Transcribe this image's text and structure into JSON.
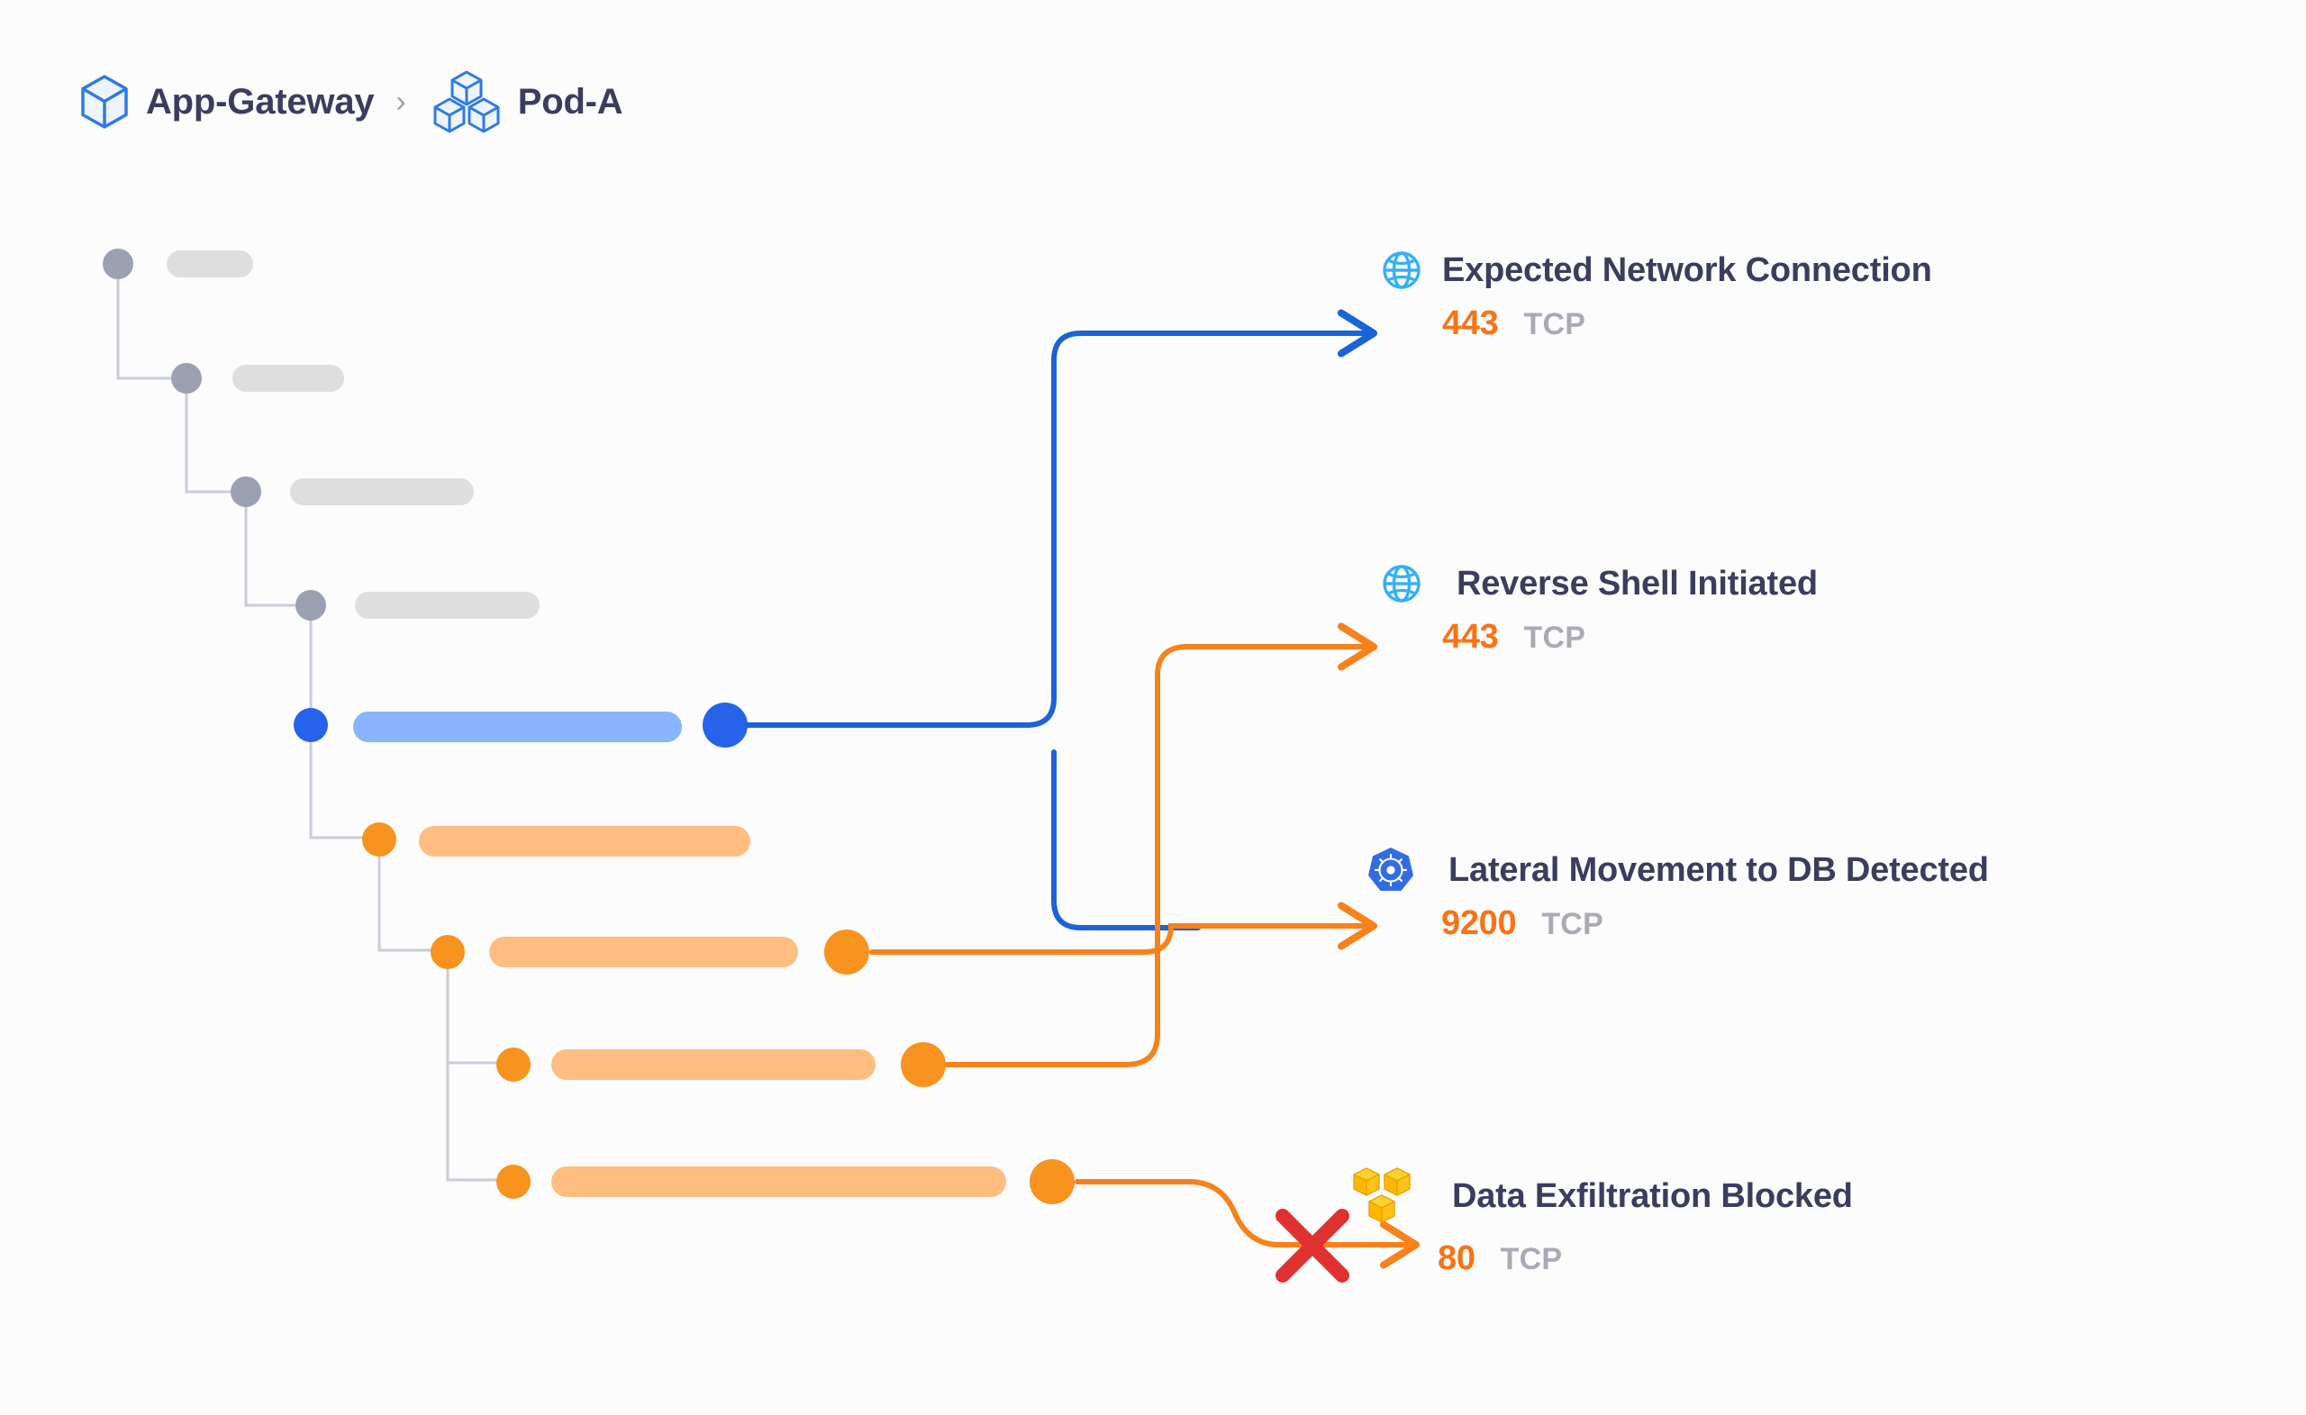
{
  "page": {
    "background": "#fcfcfd",
    "title_color": "#3b3d5e"
  },
  "breadcrumb": {
    "separator": "›",
    "items": [
      {
        "label": "App-Gateway",
        "icon": "cube-icon"
      },
      {
        "label": "Pod-A",
        "icon": "pods-icon"
      }
    ]
  },
  "colors": {
    "blue_line": "#1a63d8",
    "blue_node": "#2563eb",
    "blue_bar": "#8ab4fd",
    "orange_line": "#f7821b",
    "orange_node": "#f7931e",
    "orange_bar": "#ffbe80",
    "gray_node": "#9ba0b3",
    "gray_bar": "#dedede",
    "gray_line": "#c9cdd8",
    "port_text": "#f97316",
    "proto_text": "#a9aab5",
    "block_x": "#e03131",
    "k8s_blue": "#326ce5",
    "globe_blue": "#35b0f5",
    "cubes_yellow": "#fdc00f"
  },
  "events": [
    {
      "id": "expected-network-connection",
      "title": "Expected Network Connection",
      "port": "443",
      "protocol": "TCP",
      "icon": "globe-icon",
      "arrow_color": "#1a63d8",
      "blocked": false
    },
    {
      "id": "reverse-shell-initiated",
      "title": "Reverse Shell Initiated",
      "port": "443",
      "protocol": "TCP",
      "icon": "globe-icon",
      "arrow_color": "#f7821b",
      "blocked": false
    },
    {
      "id": "lateral-movement-to-db-detected",
      "title": "Lateral Movement to DB Detected",
      "port": "9200",
      "protocol": "TCP",
      "icon": "kubernetes-icon",
      "arrow_color": "#f7821b",
      "blocked": false
    },
    {
      "id": "data-exfiltration-blocked",
      "title": "Data Exfiltration Blocked",
      "port": "80",
      "protocol": "TCP",
      "icon": "cubes-icon",
      "arrow_color": "#f7821b",
      "blocked": true
    }
  ],
  "tree": {
    "nodes": [
      {
        "id": "proc-1",
        "depth": 0,
        "state": "normal"
      },
      {
        "id": "proc-2",
        "depth": 1,
        "state": "normal"
      },
      {
        "id": "proc-3",
        "depth": 2,
        "state": "normal"
      },
      {
        "id": "proc-4",
        "depth": 3,
        "state": "normal"
      },
      {
        "id": "proc-5",
        "depth": 4,
        "state": "selected"
      },
      {
        "id": "proc-6",
        "depth": 5,
        "state": "alert"
      },
      {
        "id": "proc-7",
        "depth": 6,
        "state": "alert"
      },
      {
        "id": "proc-8",
        "depth": 7,
        "state": "alert"
      },
      {
        "id": "proc-9",
        "depth": 7,
        "state": "alert"
      }
    ]
  },
  "chart_data": {
    "type": "diagram",
    "title": "Process tree to network event flow",
    "nodes": 9,
    "events": 4
  }
}
